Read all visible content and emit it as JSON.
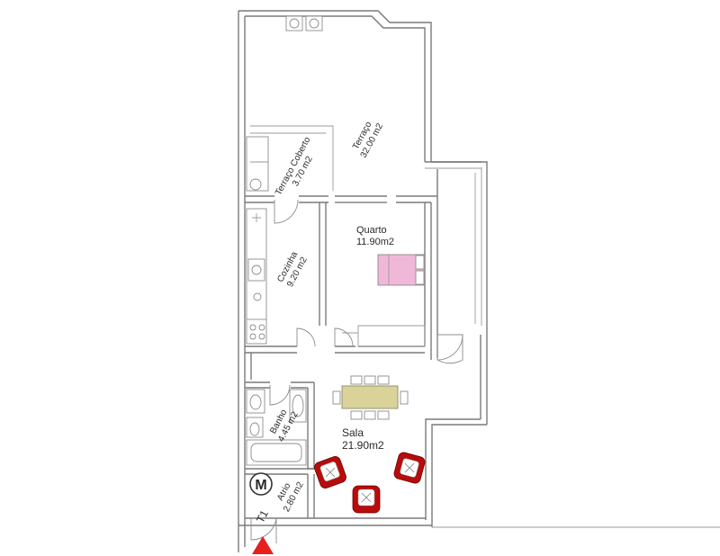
{
  "rooms": {
    "terraco": {
      "name": "Terraço",
      "area": "32.00 m2"
    },
    "terraco_coberto": {
      "name": "Terraço Coberto",
      "area": "3.70 m2"
    },
    "quarto": {
      "name": "Quarto",
      "area": "11.90m2"
    },
    "cozinha": {
      "name": "Cozinha",
      "area": "9.20 m2"
    },
    "banho": {
      "name": "Banho",
      "area": "4.45 m2"
    },
    "sala": {
      "name": "Sala",
      "area": "21.90m2"
    },
    "atrio": {
      "name": "Atrio",
      "area": "2.80 m2"
    }
  },
  "tags": {
    "t1": "T1",
    "meter": "M"
  },
  "colors": {
    "bed": "#f0b8d8",
    "table": "#d9d39a",
    "armchair": "#b80b0b",
    "entrance": "#e81f1f",
    "wall": "#7a7a7a"
  },
  "icons": {
    "entrance": "entrance-triangle-icon",
    "meter": "meter-m-icon"
  }
}
